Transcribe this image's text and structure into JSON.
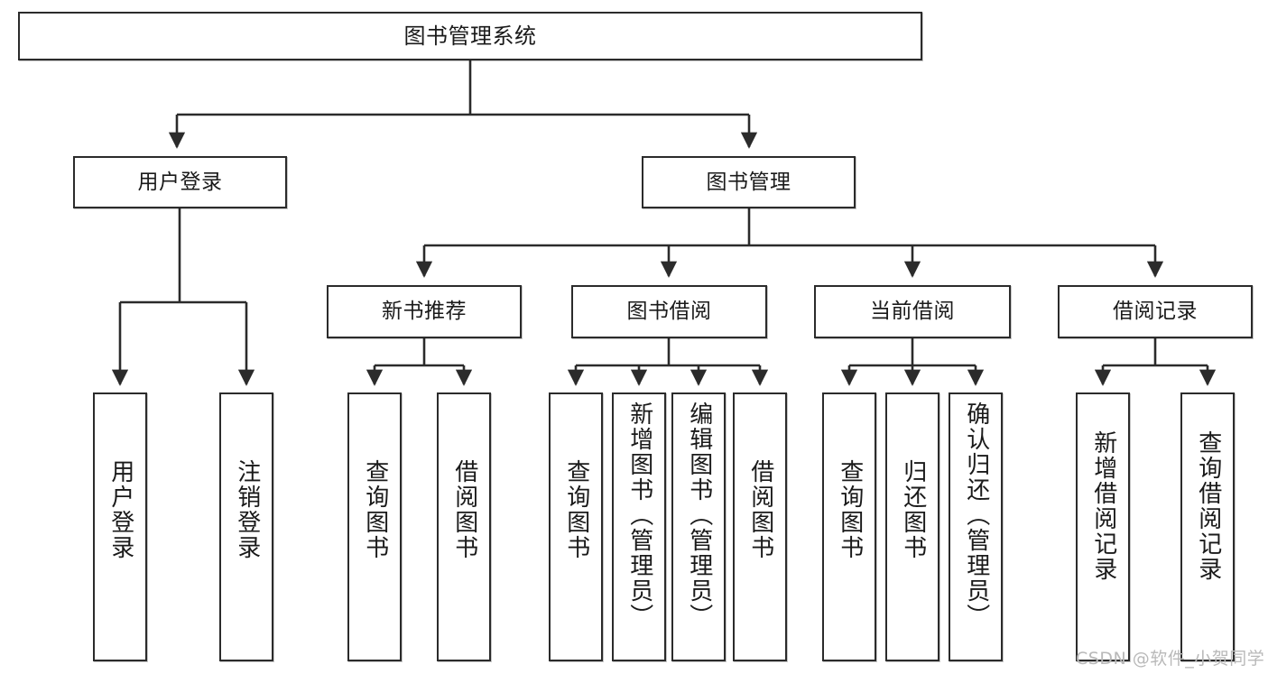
{
  "diagram": {
    "type": "hierarchy-tree",
    "title": "图书管理系统",
    "levels": 4,
    "colors": {
      "box_border": "#2b2b2b",
      "box_fill": "#ffffff",
      "connector": "#2b2b2b",
      "watermark": "#b9b9b9",
      "background": "#ffffff"
    },
    "nodes": {
      "root": {
        "label": "图书管理系统"
      },
      "level2": [
        {
          "id": "user-login",
          "label": "用户登录"
        },
        {
          "id": "book-manage",
          "label": "图书管理"
        }
      ],
      "level3": [
        {
          "id": "new-book-recommend",
          "label": "新书推荐"
        },
        {
          "id": "book-borrow",
          "label": "图书借阅"
        },
        {
          "id": "current-borrow",
          "label": "当前借阅"
        },
        {
          "id": "borrow-record",
          "label": "借阅记录"
        }
      ],
      "leaves": {
        "user-login": [
          {
            "id": "leaf-user-login",
            "label": "用户登录"
          },
          {
            "id": "leaf-user-logout",
            "label": "注销登录"
          }
        ],
        "new-book-recommend": [
          {
            "id": "leaf-query-book-1",
            "label": "查询图书"
          },
          {
            "id": "leaf-borrow-book-1",
            "label": "借阅图书"
          }
        ],
        "book-borrow": [
          {
            "id": "leaf-query-book-2",
            "label": "查询图书"
          },
          {
            "id": "leaf-add-book",
            "label": "新增图书（管理员）"
          },
          {
            "id": "leaf-edit-book",
            "label": "编辑图书（管理员）"
          },
          {
            "id": "leaf-borrow-book-2",
            "label": "借阅图书"
          }
        ],
        "current-borrow": [
          {
            "id": "leaf-query-book-3",
            "label": "查询图书"
          },
          {
            "id": "leaf-return-book",
            "label": "归还图书"
          },
          {
            "id": "leaf-confirm-return",
            "label": "确认归还（管理员）"
          }
        ],
        "borrow-record": [
          {
            "id": "leaf-add-record",
            "label": "新增借阅记录"
          },
          {
            "id": "leaf-query-record",
            "label": "查询借阅记录"
          }
        ]
      }
    }
  },
  "watermark": {
    "text": "CSDN @软件_小贺同学"
  }
}
